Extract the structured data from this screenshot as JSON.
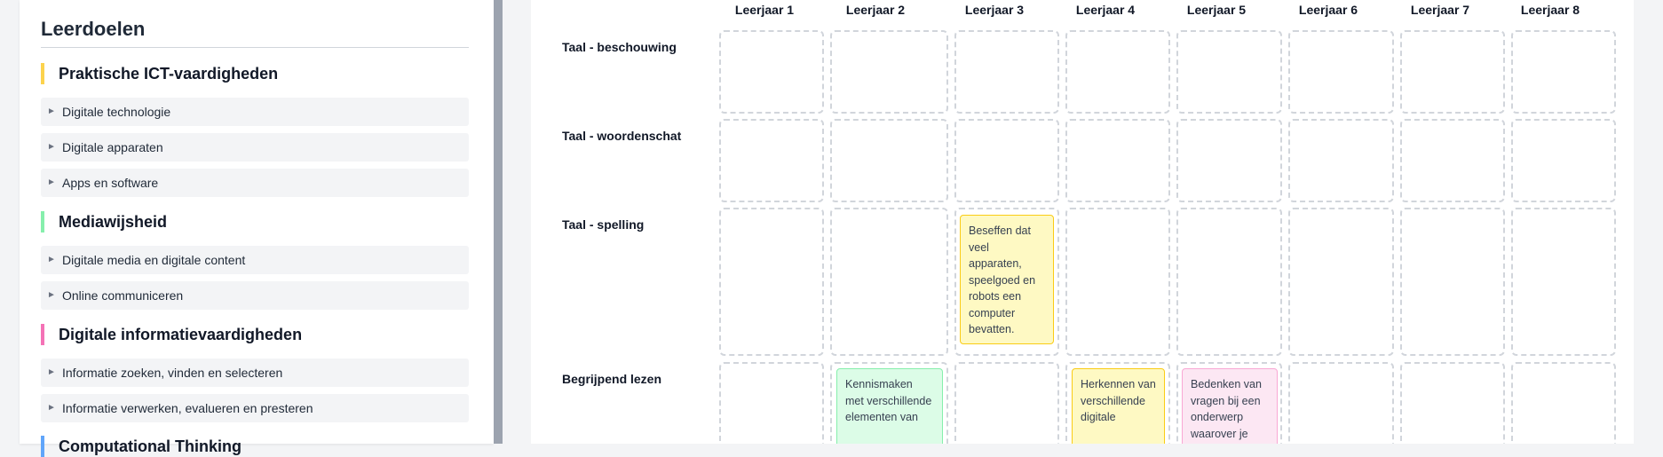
{
  "sidebar": {
    "title": "Leerdoelen",
    "categories": [
      {
        "label": "Praktische ICT-vaardigheden",
        "color": "#fcd34d",
        "items": [
          {
            "label": "Digitale technologie"
          },
          {
            "label": "Digitale apparaten"
          },
          {
            "label": "Apps en software"
          }
        ]
      },
      {
        "label": "Mediawijsheid",
        "color": "#86efac",
        "items": [
          {
            "label": "Digitale media en digitale content"
          },
          {
            "label": "Online communiceren"
          }
        ]
      },
      {
        "label": "Digitale informatievaardigheden",
        "color": "#f472b6",
        "items": [
          {
            "label": "Informatie zoeken, vinden en selecteren"
          },
          {
            "label": "Informatie verwerken, evalueren en presteren"
          }
        ]
      },
      {
        "label": "Computational Thinking",
        "color": "#60a5fa",
        "items": []
      }
    ],
    "bullet": "►"
  },
  "grid": {
    "columns": [
      "Leerjaar 1",
      "Leerjaar 2",
      "Leerjaar 3",
      "Leerjaar 4",
      "Leerjaar 5",
      "Leerjaar 6",
      "Leerjaar 7",
      "Leerjaar 8"
    ],
    "rows": [
      "Taal - beschouwing",
      "Taal - woordenschat",
      "Taal - spelling",
      "Begrijpend lezen"
    ],
    "cards": {
      "spelling_y3": "Beseffen dat veel apparaten, speelgoed en robots een computer bevatten.",
      "lezen_y2": "Kennismaken met verschillende elementen van",
      "lezen_y4": "Herkennen van verschillende digitale",
      "lezen_y5": "Bedenken van vragen bij een onderwerp waarover je"
    }
  },
  "scrollbar": {
    "up_arrow": "▲"
  }
}
